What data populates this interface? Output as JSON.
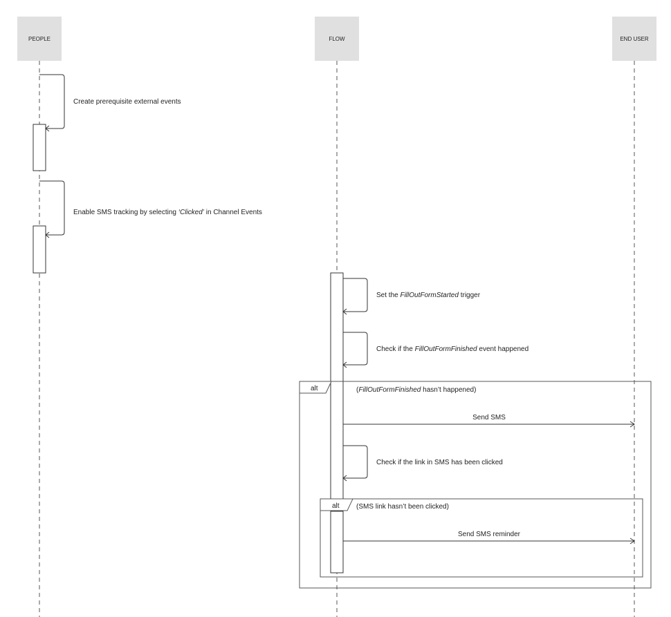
{
  "participants": {
    "people": "PEOPLE",
    "flow": "FLOW",
    "end_user": "END USER"
  },
  "messages": {
    "create_events": "Create prerequisite external events",
    "enable_sms": {
      "before": "Enable SMS tracking by selecting ",
      "italic": "‘Clicked’",
      "after": " in Channel Events"
    },
    "set_trigger": {
      "before": "Set the ",
      "italic": "FillOutFormStarted",
      "after": " trigger"
    },
    "check_finished": {
      "before": "Check if the ",
      "italic": "FillOutFormFinished",
      "after": " event happened"
    },
    "send_sms": "Send SMS",
    "check_link": "Check if the link in SMS has been clicked",
    "send_reminder": "Send SMS reminder"
  },
  "fragments": {
    "outer": {
      "operator": "alt",
      "guard_open": "(",
      "guard_italic": "FillOutFormFinished",
      "guard_rest": " hasn’t happened)"
    },
    "inner": {
      "operator": "alt",
      "guard": "(SMS link hasn’t been clicked)"
    }
  }
}
